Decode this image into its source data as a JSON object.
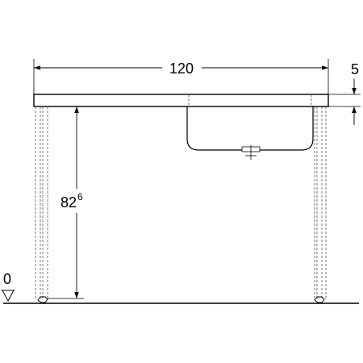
{
  "dimensions": {
    "width": "120",
    "top_thickness": "5",
    "height_main": "82",
    "height_super": "6",
    "floor_level": "0"
  },
  "colors": {
    "line": "#000000",
    "dashed": "#555555"
  },
  "icons": {
    "floor_marker": "triangle-down-icon",
    "dimension_arrow": "arrowhead-icon"
  }
}
